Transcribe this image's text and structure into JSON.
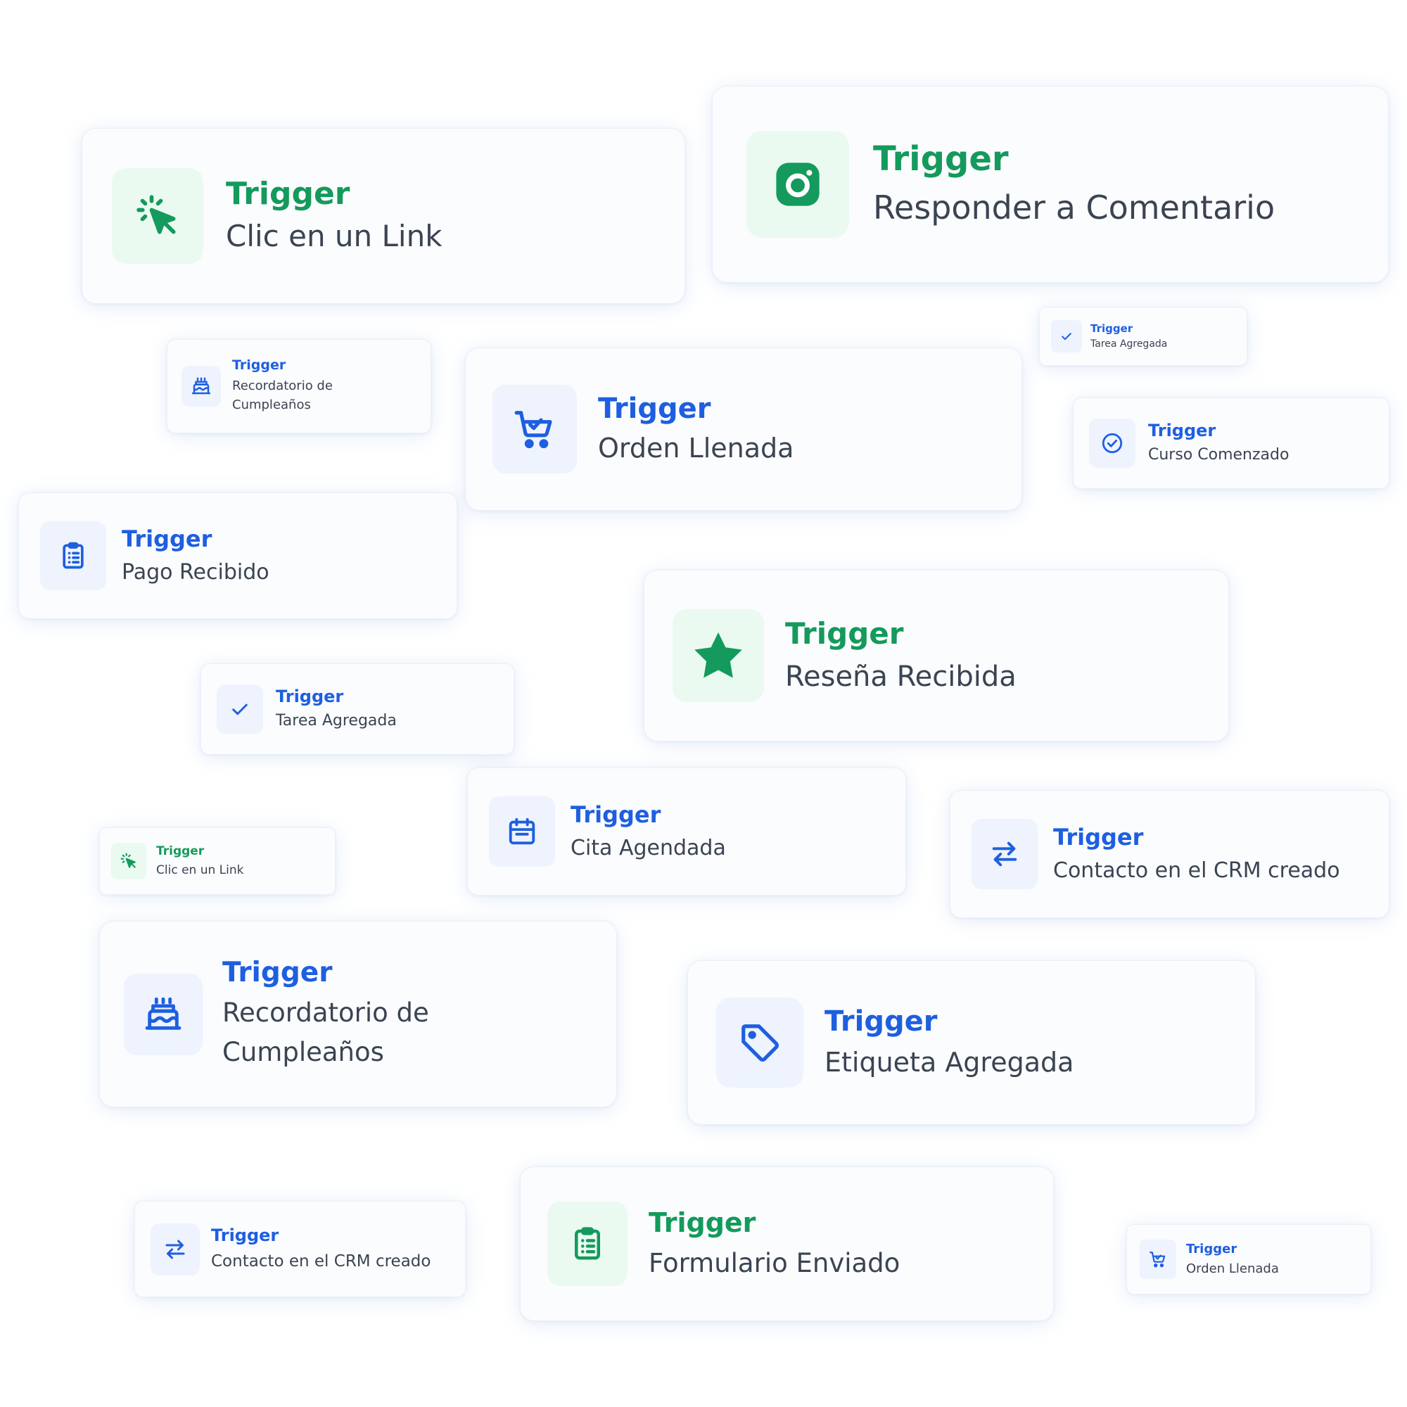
{
  "colors": {
    "blue": "#1e5fe0",
    "green": "#149a5c",
    "text": "#3a4452"
  },
  "cards": {
    "click_link_lg": {
      "trigger": "Trigger",
      "label": "Clic en un Link",
      "icon": "cursor-click-icon"
    },
    "reply_comment": {
      "trigger": "Trigger",
      "label": "Responder a Comentario",
      "icon": "instagram-icon"
    },
    "task_added_xs": {
      "trigger": "Trigger",
      "label": "Tarea Agregada",
      "icon": "check-icon"
    },
    "birthday_sm": {
      "trigger": "Trigger",
      "label": "Recordatorio de Cumpleaños",
      "icon": "cake-icon"
    },
    "order_filled_lg": {
      "trigger": "Trigger",
      "label": "Orden Llenada",
      "icon": "cart-icon"
    },
    "course_started": {
      "trigger": "Trigger",
      "label": "Curso Comenzado",
      "icon": "check-circle-icon"
    },
    "payment_received": {
      "trigger": "Trigger",
      "label": "Pago Recibido",
      "icon": "clipboard-list-icon"
    },
    "review_received": {
      "trigger": "Trigger",
      "label": "Reseña Recibida",
      "icon": "star-icon"
    },
    "task_added_sm": {
      "trigger": "Trigger",
      "label": "Tarea Agregada",
      "icon": "check-icon"
    },
    "appointment": {
      "trigger": "Trigger",
      "label": "Cita Agendada",
      "icon": "calendar-icon"
    },
    "click_link_xs": {
      "trigger": "Trigger",
      "label": "Clic en un Link",
      "icon": "cursor-click-icon"
    },
    "crm_contact_lg": {
      "trigger": "Trigger",
      "label": "Contacto en el CRM creado",
      "icon": "arrows-swap-icon"
    },
    "birthday_lg": {
      "trigger": "Trigger",
      "label": "Recordatorio de Cumpleaños",
      "icon": "cake-icon"
    },
    "tag_added": {
      "trigger": "Trigger",
      "label": "Etiqueta Agregada",
      "icon": "tag-icon"
    },
    "crm_contact_sm": {
      "trigger": "Trigger",
      "label": "Contacto en el CRM creado",
      "icon": "arrows-swap-icon"
    },
    "form_submitted": {
      "trigger": "Trigger",
      "label": "Formulario Enviado",
      "icon": "clipboard-list-icon"
    },
    "order_filled_xs": {
      "trigger": "Trigger",
      "label": "Orden Llenada",
      "icon": "cart-icon"
    }
  }
}
